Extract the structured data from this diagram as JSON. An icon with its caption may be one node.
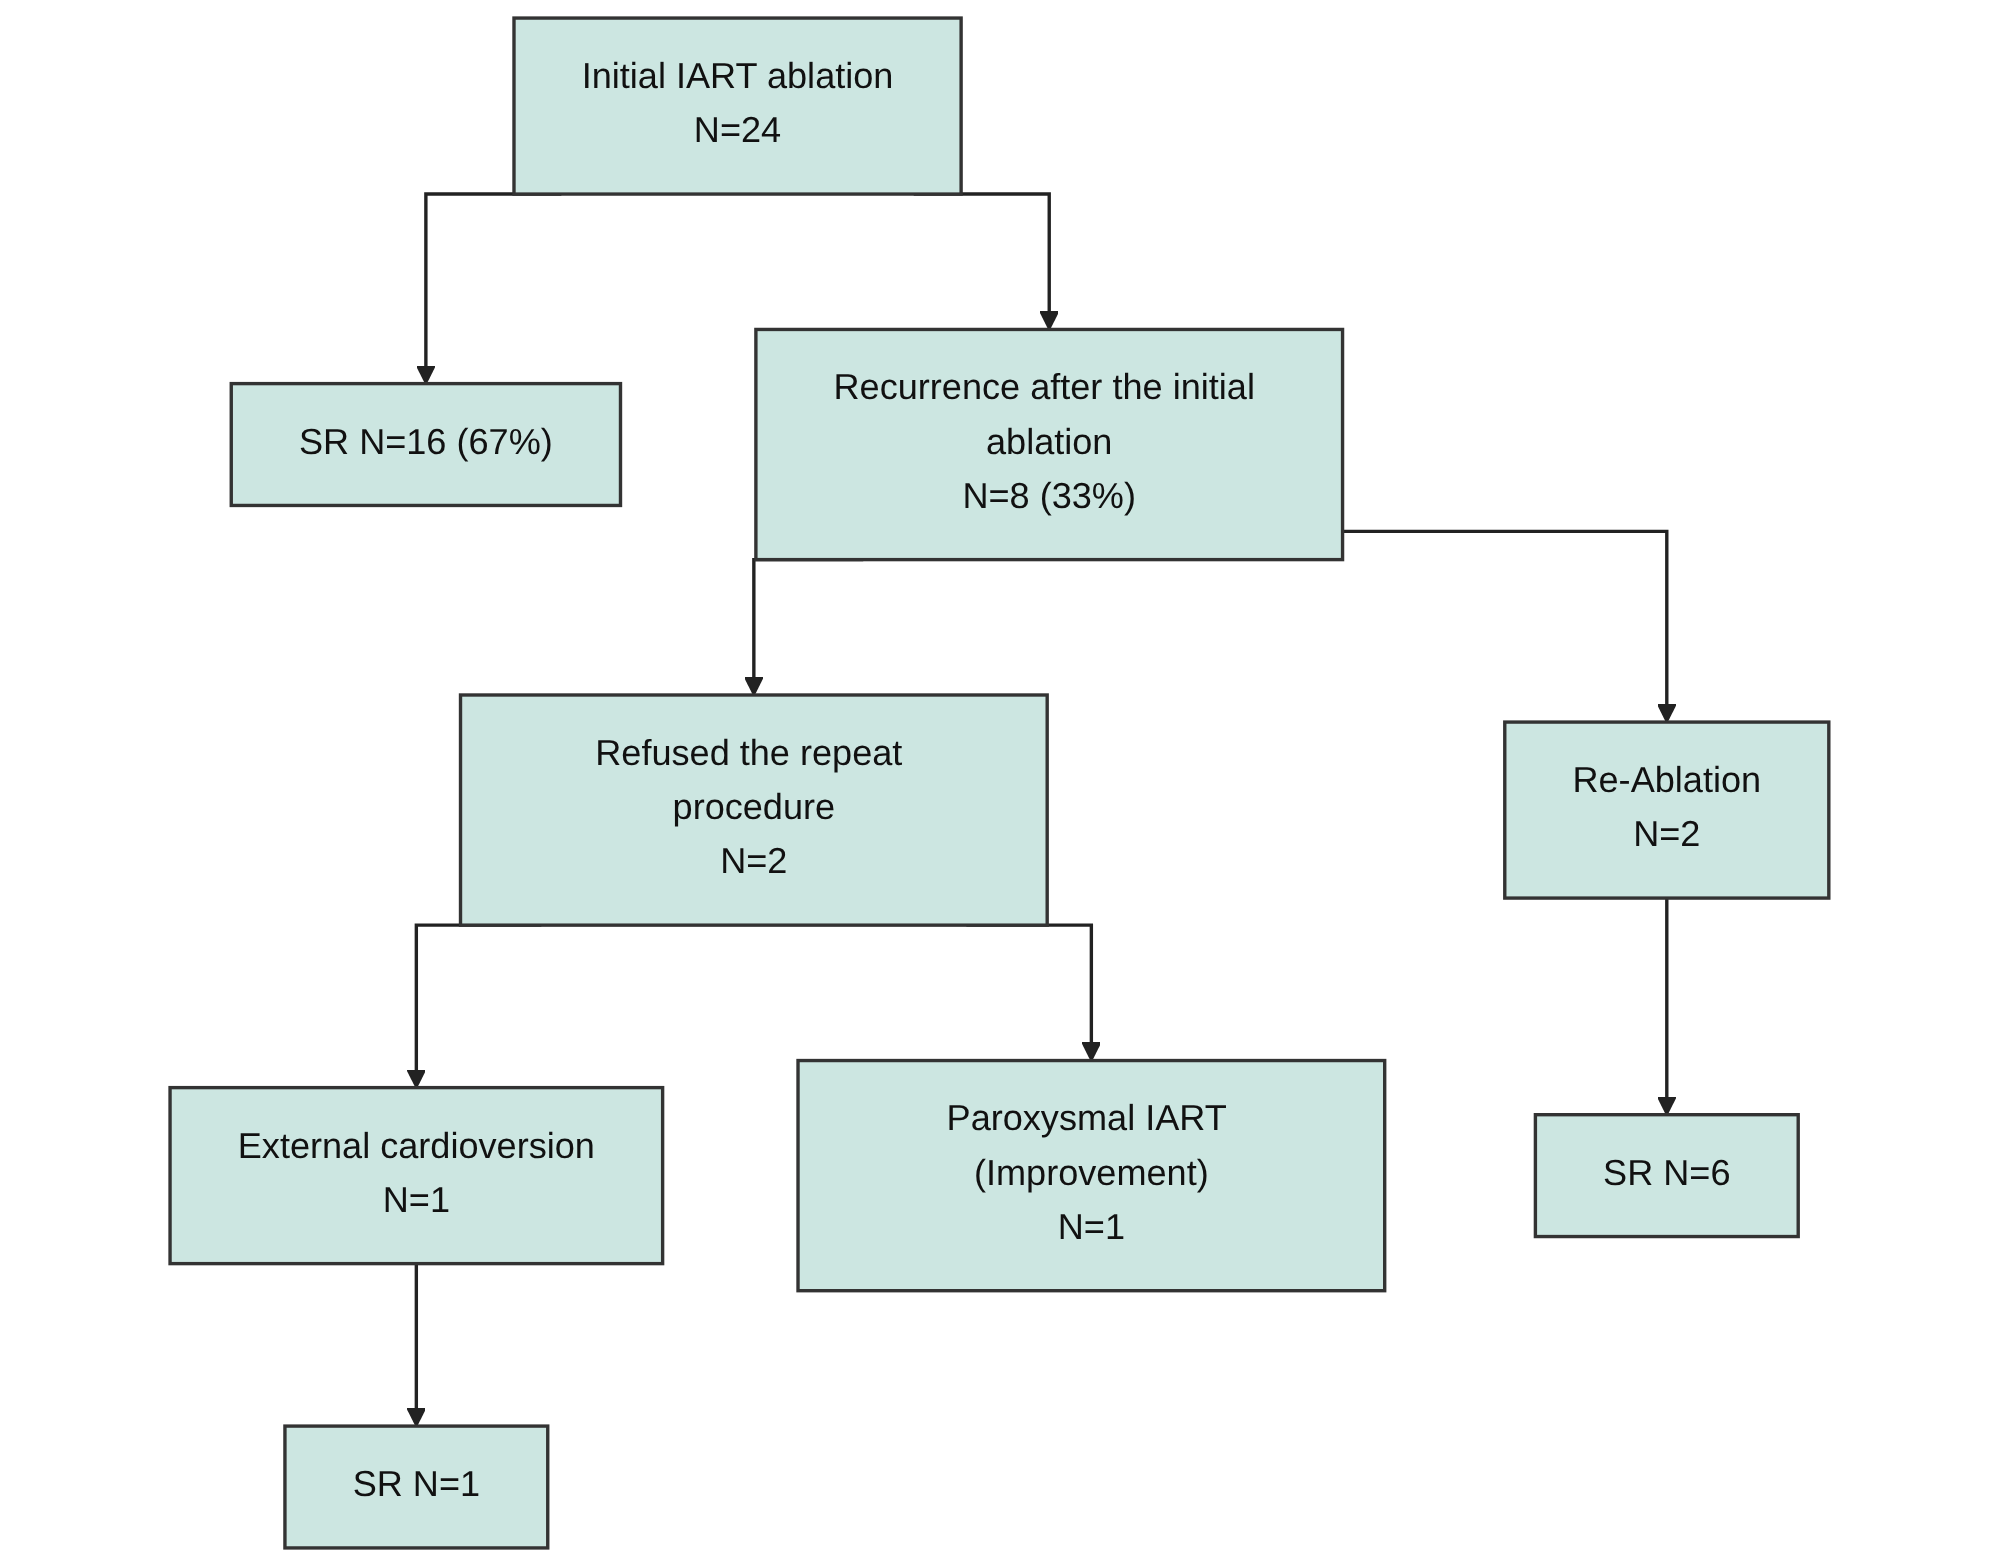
{
  "diagram": {
    "nodes": [
      {
        "text": [
          "Initial IART ablation",
          "N=24"
        ]
      },
      {
        "text": [
          "SR N=16 (67%)"
        ]
      },
      {
        "text": [
          "Recurrence after the initial ablation",
          "N=8 (33%)"
        ]
      },
      {
        "text": [
          "Refused the repeat procedure",
          "N=2"
        ]
      },
      {
        "text": [
          "Re-Ablation",
          "N=2"
        ]
      },
      {
        "text": [
          "External cardioversion",
          "N=1"
        ]
      },
      {
        "text": [
          "Paroxysmal IART (Improvement)",
          "N=1"
        ]
      },
      {
        "text": [
          "SR N=6"
        ]
      },
      {
        "text": [
          "SR N=1"
        ]
      }
    ],
    "edges": [
      {
        "from": 0,
        "to": 1,
        "arrow": "to"
      },
      {
        "from": 0,
        "to": 2,
        "arrow": "to"
      },
      {
        "from": 2,
        "to": 3,
        "arrow": "to"
      },
      {
        "from": 2,
        "to": 4,
        "arrow": "to"
      },
      {
        "from": 3,
        "to": 5,
        "arrow": "to"
      },
      {
        "from": 3,
        "to": 6,
        "arrow": "to"
      },
      {
        "from": 4,
        "to": 7,
        "arrow": "to"
      },
      {
        "from": 5,
        "to": 8,
        "arrow": "to"
      }
    ]
  }
}
